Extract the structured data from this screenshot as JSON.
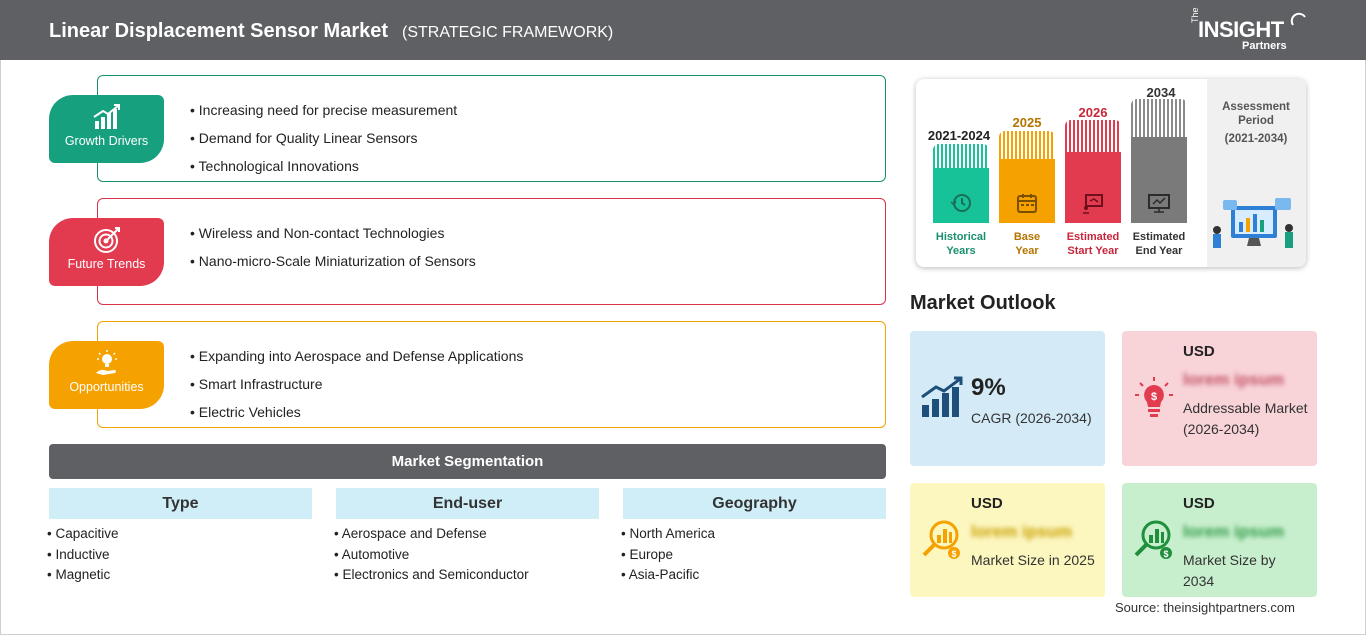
{
  "header": {
    "title": "Linear Displacement Sensor Market",
    "subtitle": "(STRATEGIC FRAMEWORK)",
    "logo_the": "The",
    "logo_brand": "INSIGHT",
    "logo_partners": "Partners"
  },
  "categories": [
    {
      "label": "Growth Drivers",
      "color": "#17a07d",
      "icon": "growth-chart-icon",
      "items": [
        "Increasing need for precise measurement",
        "Demand for Quality Linear Sensors",
        "Technological Innovations"
      ]
    },
    {
      "label": "Future Trends",
      "color": "#e23a4f",
      "icon": "target-icon",
      "items": [
        "Wireless and Non-contact Technologies",
        "Nano-micro-Scale Miniaturization of Sensors"
      ]
    },
    {
      "label": "Opportunities",
      "color": "#f5a100",
      "icon": "lightbulb-hand-icon",
      "items": [
        "Expanding into Aerospace and Defense Applications",
        "Smart Infrastructure",
        "Electric Vehicles"
      ]
    }
  ],
  "segmentation": {
    "title": "Market Segmentation",
    "columns": [
      {
        "head": "Type",
        "items": [
          "Capacitive",
          "Inductive",
          "Magnetic"
        ]
      },
      {
        "head": "End-user",
        "items": [
          "Aerospace and Defense",
          "Automotive",
          "Electronics and Semiconductor"
        ]
      },
      {
        "head": "Geography",
        "items": [
          "North America",
          "Europe",
          "Asia-Pacific"
        ]
      }
    ]
  },
  "timeline": {
    "bars": [
      {
        "year": "2021-2024",
        "label1": "Historical",
        "label2": "Years",
        "color": "#17c299",
        "text_color": "#1a8f6f",
        "icon": "history-icon"
      },
      {
        "year": "2025",
        "label1": "Base",
        "label2": "Year",
        "color": "#f5a100",
        "text_color": "#b57400",
        "icon": "calendar-icon"
      },
      {
        "year": "2026",
        "label1": "Estimated",
        "label2": "Start Year",
        "color": "#e23a4f",
        "text_color": "#c8263b",
        "icon": "presentation-icon"
      },
      {
        "year": "2034",
        "label1": "Estimated",
        "label2": "End Year",
        "color": "#7a7a7a",
        "text_color": "#333333",
        "icon": "monitor-chart-icon"
      }
    ],
    "assessment_label": "Assessment Period",
    "assessment_period": "(2021-2034)"
  },
  "outlook": {
    "title": "Market Outlook",
    "cagr_value": "9%",
    "cagr_label": "CAGR (2026-2034)",
    "addressable_usd": "USD",
    "addressable_value": "lorem ipsum",
    "addressable_label": "Addressable Market (2026-2034)",
    "size2025_usd": "USD",
    "size2025_value": "lorem ipsum",
    "size2025_label": "Market Size in 2025",
    "size2034_usd": "USD",
    "size2034_value": "lorem ipsum",
    "size2034_label": "Market Size by 2034"
  },
  "source": "Source: theinsightpartners.com"
}
